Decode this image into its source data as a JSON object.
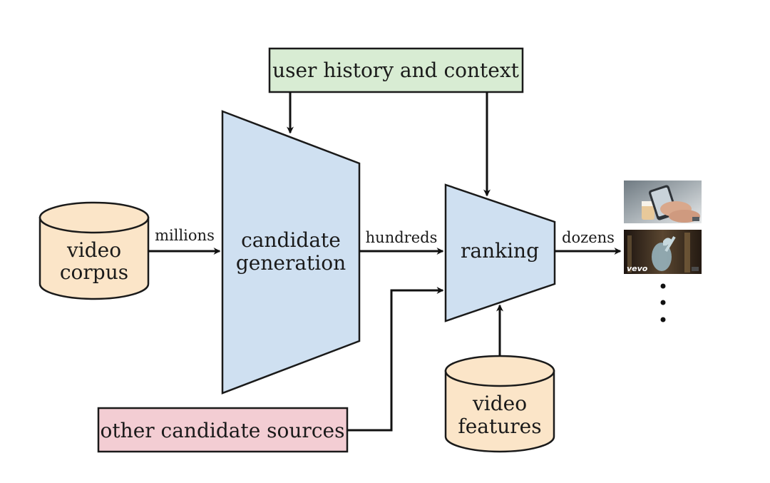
{
  "nodes": {
    "user_history": "user history and context",
    "candidate_generation": [
      "candidate",
      "generation"
    ],
    "ranking": "ranking",
    "video_corpus": [
      "video",
      "corpus"
    ],
    "video_features": [
      "video",
      "features"
    ],
    "other_sources": "other candidate sources"
  },
  "edges": {
    "millions": "millions",
    "hundreds": "hundreds",
    "dozens": "dozens"
  },
  "thumbnails": {
    "second_logo": "vevo"
  },
  "colors": {
    "blue_fill": "#cfe0f1",
    "green_fill": "#d8ecd3",
    "tan_fill": "#fbe5c8",
    "pink_fill": "#f3cdd3",
    "stroke": "#1a1a1a"
  }
}
